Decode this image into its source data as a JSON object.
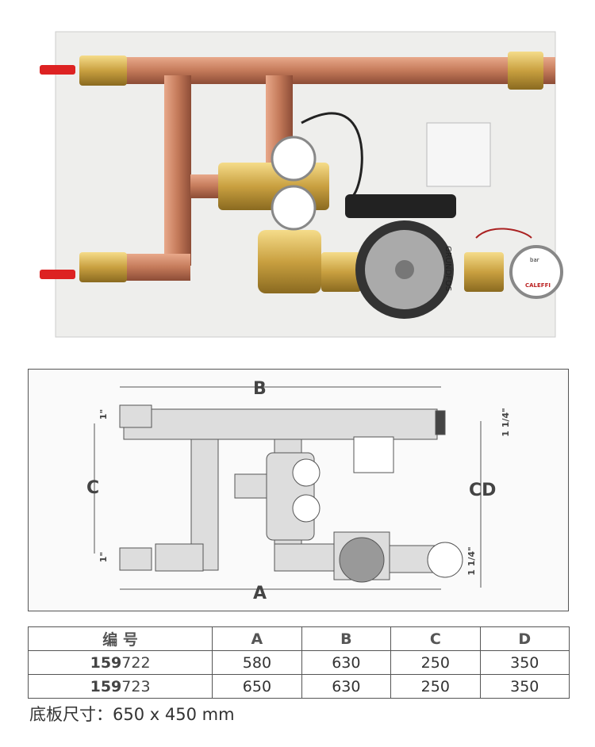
{
  "photo": {
    "pump_brand": "GRUNDFOS",
    "gauge_brand": "CALEFFI",
    "gauge_unit": "bar"
  },
  "diagram": {
    "label_b": "B",
    "label_a": "A",
    "label_c": "C",
    "label_cd": "CD",
    "size_left_top": "1\"",
    "size_left_bottom": "1\"",
    "size_right_top": "1 1/4\"",
    "size_right_bottom": "1 1/4\""
  },
  "table": {
    "headers": [
      "编 号",
      "A",
      "B",
      "C",
      "D"
    ],
    "rows": [
      {
        "code_bold": "159",
        "code_rest": "722",
        "a": "580",
        "b": "630",
        "c": "250",
        "d": "350"
      },
      {
        "code_bold": "159",
        "code_rest": "723",
        "a": "650",
        "b": "630",
        "c": "250",
        "d": "350"
      }
    ]
  },
  "caption": "底板尺寸：650 x 450 mm"
}
